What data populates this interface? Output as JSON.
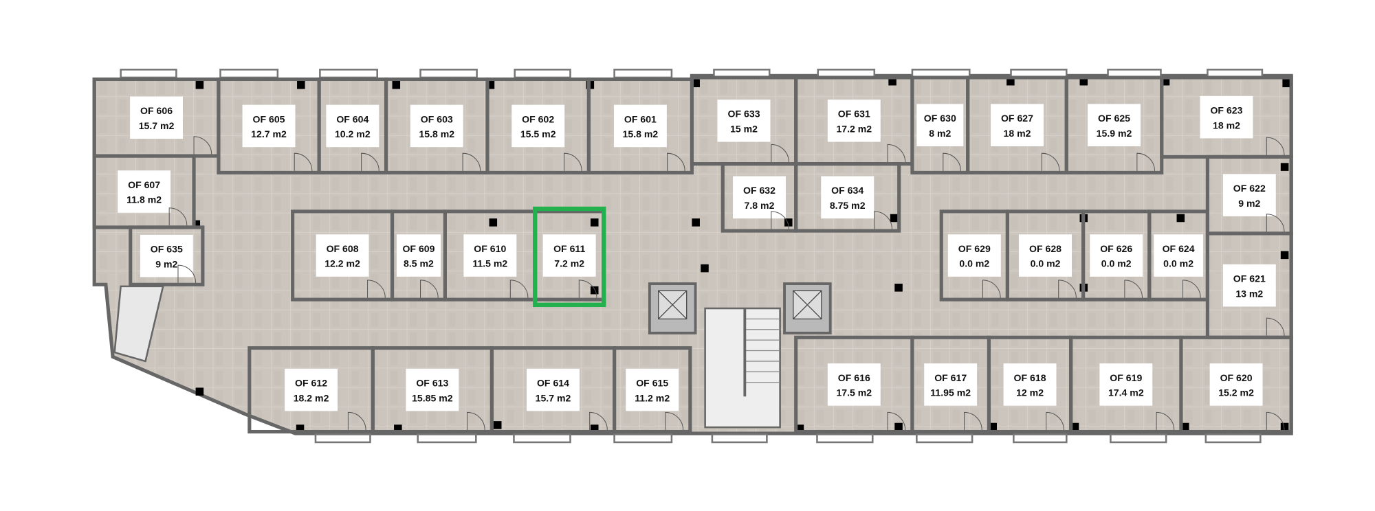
{
  "floor_plan": {
    "highlight_color": "#22b14c",
    "floor_color": "#cbc5bd",
    "wall_color": "#666666",
    "selected_room": "OF 611",
    "rooms": [
      {
        "id": "606",
        "name": "OF 606",
        "area": "15.7 m2"
      },
      {
        "id": "605",
        "name": "OF 605",
        "area": "12.7 m2"
      },
      {
        "id": "604",
        "name": "OF 604",
        "area": "10.2 m2"
      },
      {
        "id": "603",
        "name": "OF 603",
        "area": "15.8 m2"
      },
      {
        "id": "602",
        "name": "OF 602",
        "area": "15.5 m2"
      },
      {
        "id": "601",
        "name": "OF 601",
        "area": "15.8 m2"
      },
      {
        "id": "633",
        "name": "OF 633",
        "area": "15 m2"
      },
      {
        "id": "631",
        "name": "OF 631",
        "area": "17.2 m2"
      },
      {
        "id": "630",
        "name": "OF 630",
        "area": "8 m2"
      },
      {
        "id": "627",
        "name": "OF 627",
        "area": "18 m2"
      },
      {
        "id": "625",
        "name": "OF 625",
        "area": "15.9 m2"
      },
      {
        "id": "623",
        "name": "OF 623",
        "area": "18 m2"
      },
      {
        "id": "607",
        "name": "OF 607",
        "area": "11.8 m2"
      },
      {
        "id": "635",
        "name": "OF 635",
        "area": "9 m2"
      },
      {
        "id": "608",
        "name": "OF 608",
        "area": "12.2 m2"
      },
      {
        "id": "609",
        "name": "OF 609",
        "area": "8.5 m2"
      },
      {
        "id": "610",
        "name": "OF 610",
        "area": "11.5 m2"
      },
      {
        "id": "611",
        "name": "OF 611",
        "area": "7.2 m2"
      },
      {
        "id": "632",
        "name": "OF 632",
        "area": "7.8 m2"
      },
      {
        "id": "634",
        "name": "OF 634",
        "area": "8.75 m2"
      },
      {
        "id": "629",
        "name": "OF 629",
        "area": "0.0 m2"
      },
      {
        "id": "628",
        "name": "OF 628",
        "area": "0.0 m2"
      },
      {
        "id": "626",
        "name": "OF 626",
        "area": "0.0 m2"
      },
      {
        "id": "624",
        "name": "OF 624",
        "area": "0.0 m2"
      },
      {
        "id": "622",
        "name": "OF 622",
        "area": "9 m2"
      },
      {
        "id": "621",
        "name": "OF 621",
        "area": "13 m2"
      },
      {
        "id": "612",
        "name": "OF 612",
        "area": "18.2 m2"
      },
      {
        "id": "613",
        "name": "OF 613",
        "area": "15.85 m2"
      },
      {
        "id": "614",
        "name": "OF 614",
        "area": "15.7 m2"
      },
      {
        "id": "615",
        "name": "OF 615",
        "area": "11.2 m2"
      },
      {
        "id": "616",
        "name": "OF 616",
        "area": "17.5 m2"
      },
      {
        "id": "617",
        "name": "OF 617",
        "area": "11.95 m2"
      },
      {
        "id": "618",
        "name": "OF 618",
        "area": "12 m2"
      },
      {
        "id": "619",
        "name": "OF 619",
        "area": "17.4 m2"
      },
      {
        "id": "620",
        "name": "OF 620",
        "area": "15.2 m2"
      }
    ]
  }
}
